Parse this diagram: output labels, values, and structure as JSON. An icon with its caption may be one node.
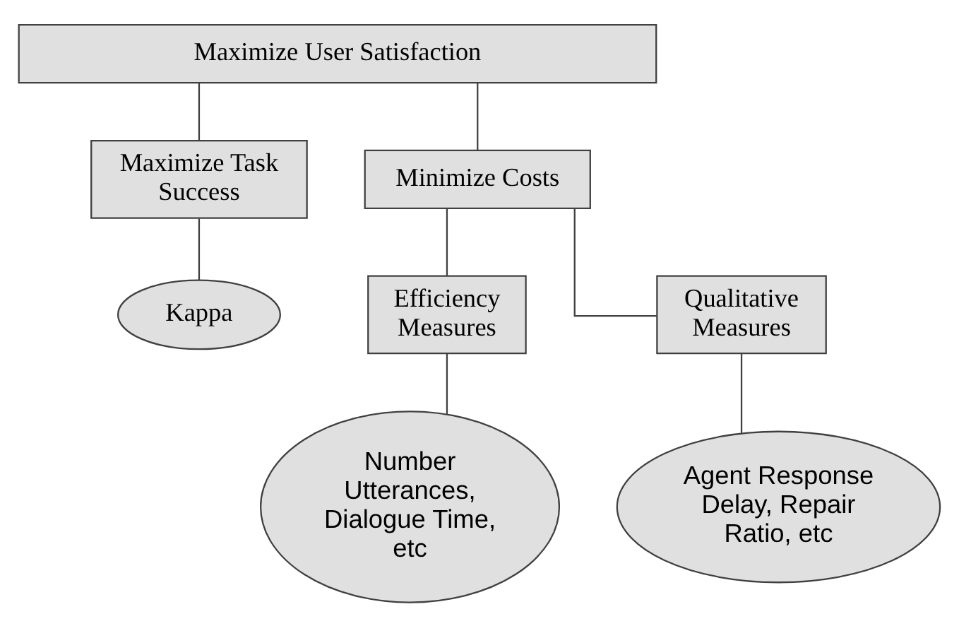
{
  "diagram": {
    "nodes": [
      {
        "text": [
          "Maximize User Satisfaction"
        ]
      },
      {
        "text": [
          "Maximize Task Success"
        ]
      },
      {
        "text": [
          "Minimize Costs"
        ]
      },
      {
        "text": [
          "Kappa"
        ]
      },
      {
        "text": [
          "Efficiency Measures"
        ]
      },
      {
        "text": [
          "Qualitative Measures"
        ]
      },
      {
        "text": [
          "Number Utterances, Dialogue Time, etc"
        ]
      },
      {
        "text": [
          "Agent Response Delay, Repair Ratio, etc"
        ]
      }
    ],
    "edges": [
      {
        "from": 0,
        "to": 1,
        "arrow": "none"
      },
      {
        "from": 0,
        "to": 2,
        "arrow": "none"
      },
      {
        "from": 1,
        "to": 3,
        "arrow": "none"
      },
      {
        "from": 2,
        "to": 4,
        "arrow": "none"
      },
      {
        "from": 2,
        "to": 5,
        "arrow": "none"
      },
      {
        "from": 4,
        "to": 6,
        "arrow": "none"
      },
      {
        "from": 5,
        "to": 7,
        "arrow": "none"
      }
    ]
  }
}
